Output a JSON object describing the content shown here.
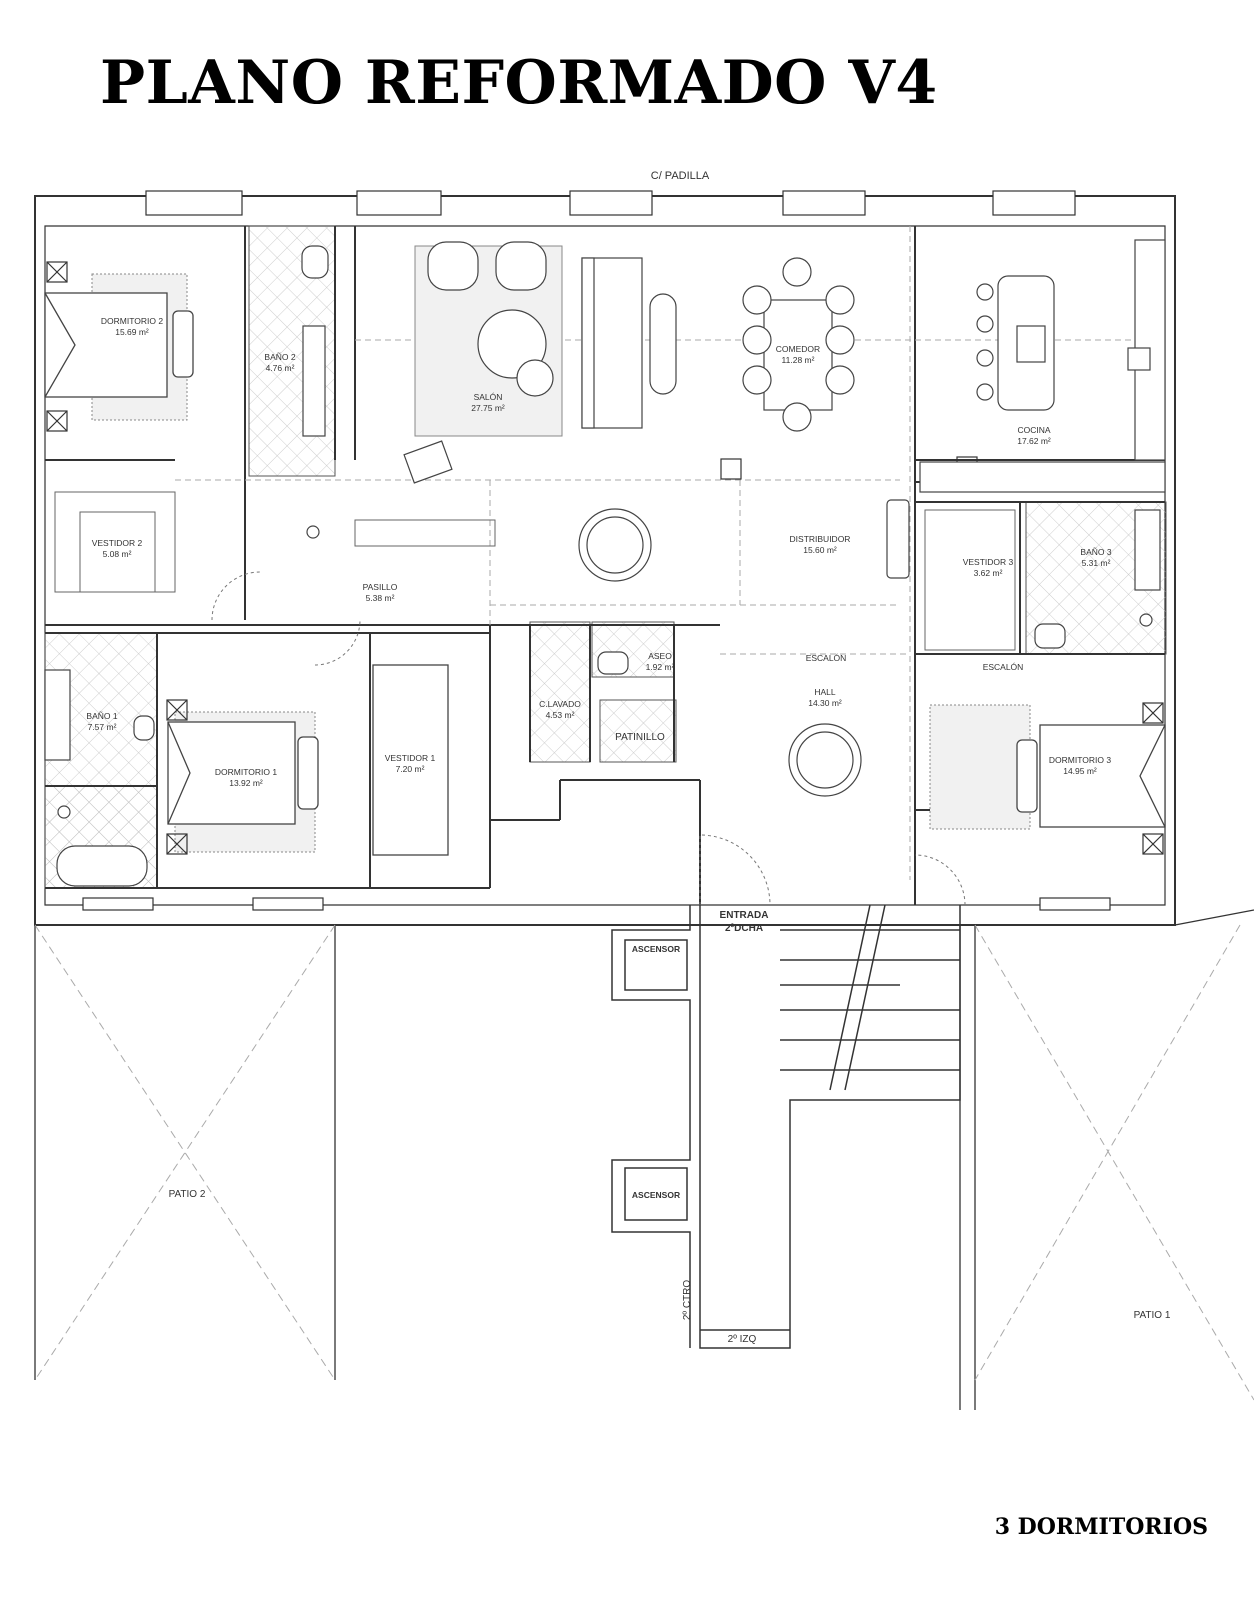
{
  "title": "PLANO REFORMADO V4",
  "footer": "3 DORMITORIOS",
  "street": "C/ PADILLA",
  "rooms": {
    "dormitorio2": {
      "name": "DORMITORIO 2",
      "area": "15.69 m²"
    },
    "bano2": {
      "name": "BAÑO 2",
      "area": "4.76 m²"
    },
    "salon": {
      "name": "SALÓN",
      "area": "27.75 m²"
    },
    "comedor": {
      "name": "COMEDOR",
      "area": "11.28 m²"
    },
    "cocina": {
      "name": "COCINA",
      "area": "17.62 m²"
    },
    "vestidor2": {
      "name": "VESTIDOR 2",
      "area": "5.08 m²"
    },
    "distribuidor": {
      "name": "DISTRIBUIDOR",
      "area": "15.60 m²"
    },
    "vestidor3": {
      "name": "VESTIDOR 3",
      "area": "3.62 m²"
    },
    "bano3": {
      "name": "BAÑO 3",
      "area": "5.31 m²"
    },
    "pasillo": {
      "name": "PASILLO",
      "area": "5.38 m²"
    },
    "bano1": {
      "name": "BAÑO 1",
      "area": "7.57 m²"
    },
    "dormitorio1": {
      "name": "DORMITORIO 1",
      "area": "13.92 m²"
    },
    "vestidor1": {
      "name": "VESTIDOR 1",
      "area": "7.20 m²"
    },
    "clavado": {
      "name": "C.LAVADO",
      "area": "4.53 m²"
    },
    "aseo": {
      "name": "ASEO",
      "area": "1.92 m²"
    },
    "patinillo": {
      "name": "PATINILLO"
    },
    "hall": {
      "name": "HALL",
      "area": "14.30 m²"
    },
    "dormitorio3": {
      "name": "DORMITORIO 3",
      "area": "14.95 m²"
    }
  },
  "labels": {
    "escalon1": "ESCALÓN",
    "escalon2": "ESCALÓN",
    "entrada_l1": "ENTRADA",
    "entrada_l2": "2ºDCHA",
    "ascensor1": "ASCENSOR",
    "ascensor2": "ASCENSOR",
    "ctro": "2º CTRO",
    "izq": "2º IZQ",
    "patio1": "PATIO 1",
    "patio2": "PATIO 2"
  },
  "colors": {
    "line": "#333333",
    "hatch": "#bbbbbb",
    "dash": "#aaaaaa"
  }
}
